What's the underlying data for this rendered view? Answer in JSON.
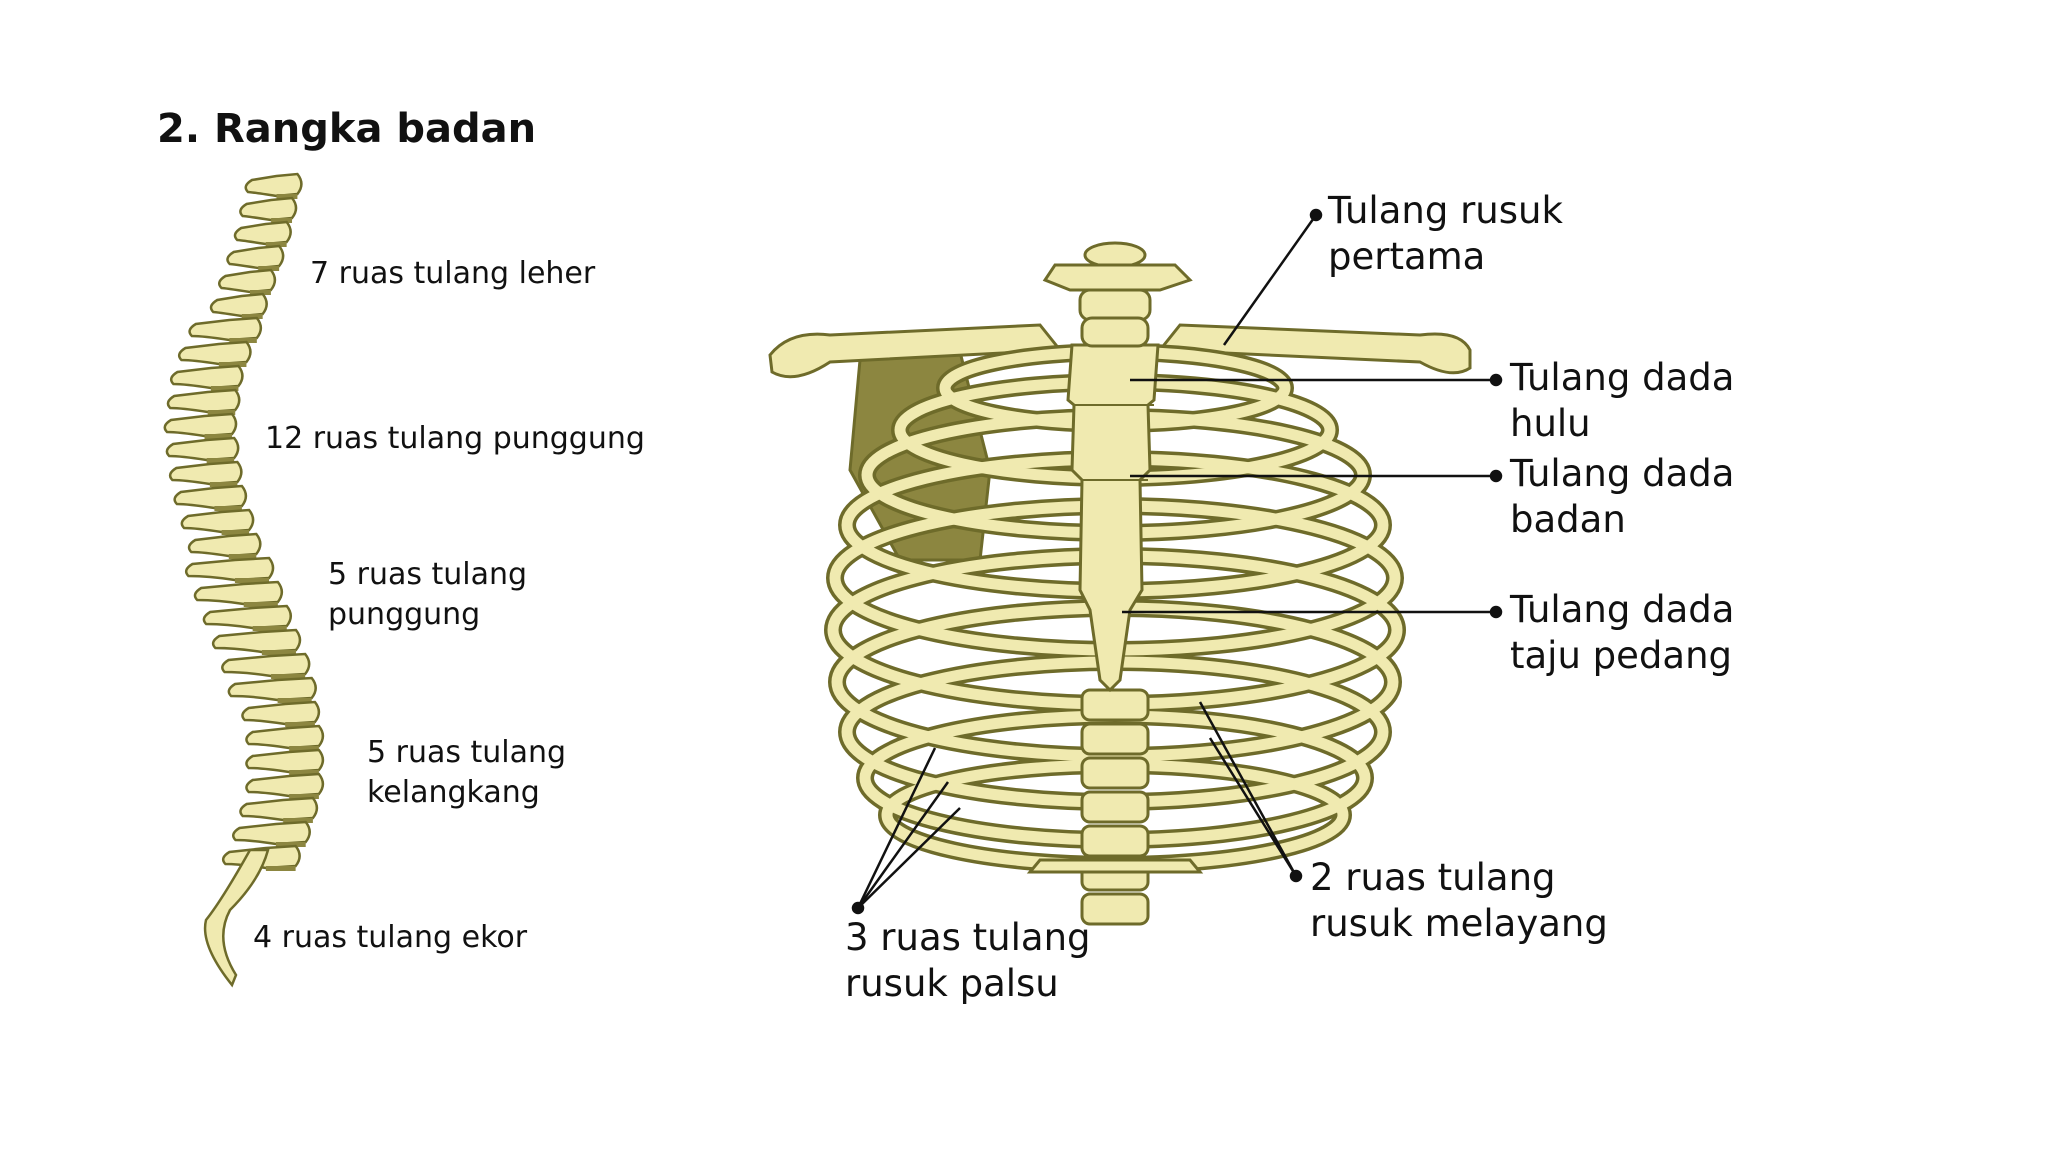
{
  "title": "2. Rangka badan",
  "spine_labels": {
    "cervical": [
      "7 ruas tulang leher"
    ],
    "thoracic": [
      "12 ruas tulang punggung"
    ],
    "lumbar": [
      "5 ruas tulang",
      "punggung"
    ],
    "sacral": [
      "5 ruas tulang",
      "kelangkang"
    ],
    "coccyx": [
      "4 ruas tulang ekor"
    ]
  },
  "ribcage_labels": {
    "first_rib": [
      "Tulang rusuk",
      "pertama"
    ],
    "manubrium": [
      "Tulang dada",
      "hulu"
    ],
    "sternum_body": [
      "Tulang dada",
      "badan"
    ],
    "xiphoid": [
      "Tulang dada",
      "taju pedang"
    ],
    "false_ribs": [
      "3 ruas tulang",
      "rusuk palsu"
    ],
    "floating_ribs": [
      "2 ruas tulang",
      "rusuk melayang"
    ]
  },
  "colors": {
    "bone": "#f0eab0",
    "bone_outline": "#6e6b2a",
    "shadow": "#8c8640",
    "line": "#111111"
  }
}
